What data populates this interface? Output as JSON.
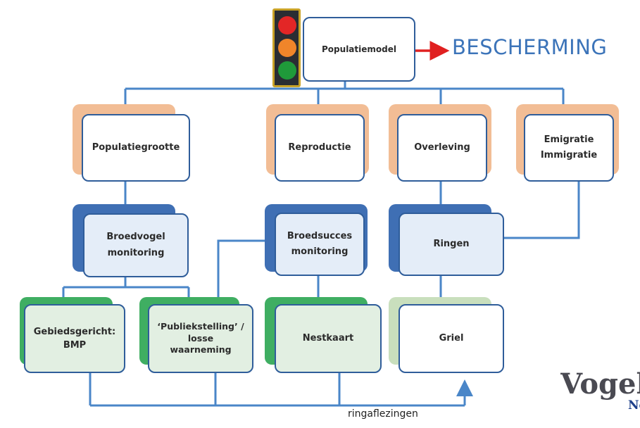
{
  "top": {
    "model_label": "Populatiemodel",
    "goal_label": "BESCHERMING"
  },
  "parameters": [
    {
      "lines": [
        "Populatiegrootte"
      ]
    },
    {
      "lines": [
        "Reproductie"
      ]
    },
    {
      "lines": [
        "Overleving"
      ]
    },
    {
      "lines": [
        "Emigratie",
        "Immigratie"
      ]
    }
  ],
  "methods": [
    {
      "lines": [
        "Broedvogel",
        "monitoring"
      ]
    },
    {
      "lines": [
        "Broedsucces",
        "monitoring"
      ]
    },
    {
      "lines": [
        "Ringen"
      ]
    }
  ],
  "sources": [
    {
      "lines": [
        "Gebiedsgericht:",
        "BMP"
      ]
    },
    {
      "lines": [
        "‘Publiekstelling’ /",
        "losse",
        "waarneming"
      ]
    },
    {
      "lines": [
        "Nestkaart"
      ]
    },
    {
      "lines": [
        "Griel"
      ]
    }
  ],
  "bottom_label": "ringaflezingen",
  "logo": {
    "text": "Vogelbescherming",
    "sub": "Nederland"
  },
  "colors": {
    "box_border": "#2f5d9a",
    "connector": "#4a86c8",
    "arrow_red": "#e02020",
    "title_blue": "#3c74b9",
    "back_orange": "#f2bd95",
    "back_blue": "#3f6fb4",
    "back_green": "#3fae62",
    "back_lightgreen": "#c9dfbd"
  }
}
